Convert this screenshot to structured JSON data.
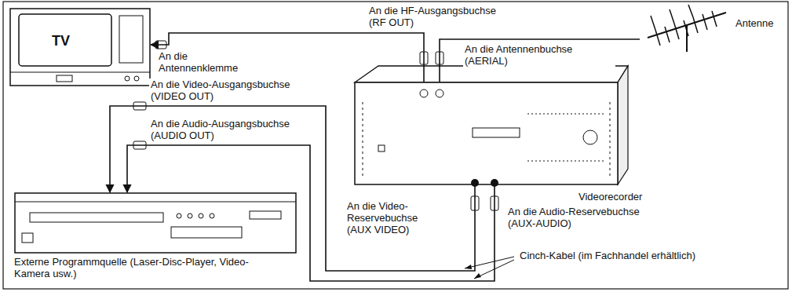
{
  "diagram": {
    "nodes": [
      {
        "text": [
          "TV"
        ]
      },
      {
        "text": [
          "Antenne"
        ]
      },
      {
        "text": [
          "Videorecorder"
        ]
      },
      {
        "text": [
          "Externe Programmquelle (Laser-Disc-Player, Video-Kamera usw.)"
        ]
      }
    ],
    "edges": [
      {
        "from": 2,
        "to": 0,
        "arrow": "to",
        "label": "An die HF-Ausgangsbuchse (RF OUT)"
      },
      {
        "from": 1,
        "to": 2,
        "arrow": "none",
        "label": "An die Antennenbuchse (AERIAL)"
      },
      {
        "from": 2,
        "to": 3,
        "arrow": "to",
        "label": "An die Video-Ausgangsbuchse (VIDEO OUT)"
      },
      {
        "from": 2,
        "to": 3,
        "arrow": "to",
        "label": "An die Audio-Ausgangsbuchse (AUDIO OUT)"
      }
    ],
    "labels": [
      "An die Antennenklemme",
      "An die Video-Reservebuchse (AUX VIDEO)",
      "An die Audio-Reservebuchse (AUX-AUDIO)",
      "Cinch-Kabel (im Fachhandel erhältlich)"
    ]
  }
}
